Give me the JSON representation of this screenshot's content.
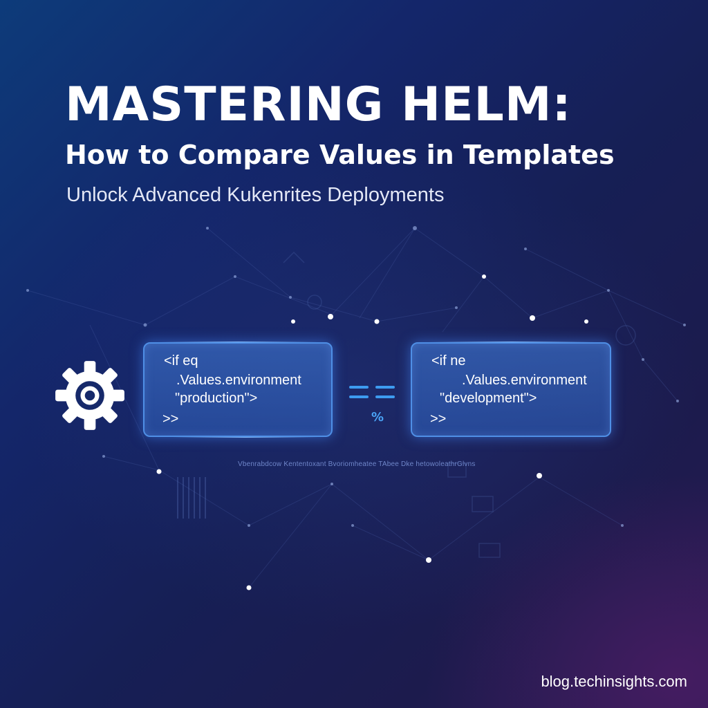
{
  "hero": {
    "title": "MASTERING HELM:",
    "subtitle": "How to Compare Values in Templates",
    "tagline": "Unlock Advanced Kukenrites Deployments"
  },
  "comparison": {
    "left_card": {
      "line1": "<if eq",
      "line2": ".Values.environment",
      "line3": "\"production\">",
      "line4": ">>"
    },
    "operator": "==",
    "operator_sub": "%",
    "right_card": {
      "line1": "<if ne",
      "line2": ".Values.environment",
      "line3": "\"development\">",
      "line4": ">>"
    },
    "small_caption": "Vbenrabdcow Kententoxant Bvoriomheatee TAbee Dke hetowoleathrGlvns"
  },
  "footer": {
    "url": "blog.techinsights.com"
  },
  "colors": {
    "background_top_left": "#0d3b7a",
    "background_bottom_right": "#2a1a52",
    "card_border": "#4f8fe6",
    "operator": "#3d9bf0"
  },
  "icons": {
    "left_icon": "gear-icon"
  }
}
